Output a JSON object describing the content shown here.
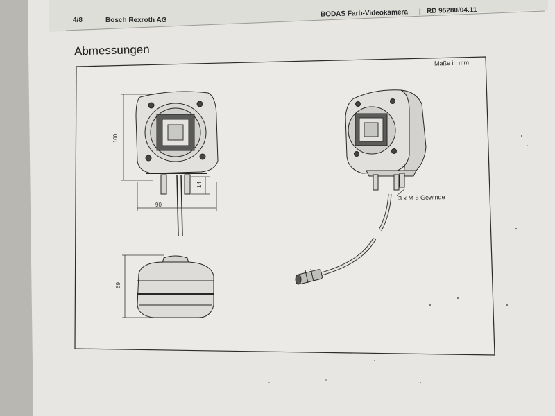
{
  "header": {
    "page_number": "4/8",
    "company": "Bosch Rexroth AG",
    "product": "BODAS Farb-Videokamera",
    "separator": "|",
    "document_id": "RD 95280/04.11"
  },
  "section": {
    "title": "Abmessungen"
  },
  "drawing": {
    "unit_note": "Maße in mm",
    "dimensions": {
      "height": "100",
      "width": "90",
      "connector": "14",
      "depth": "69"
    },
    "callout": "3 x M 8 Gewinde"
  },
  "colors": {
    "paper": "#e9e8e4",
    "background": "#b9b8b2",
    "ink": "#262626"
  }
}
